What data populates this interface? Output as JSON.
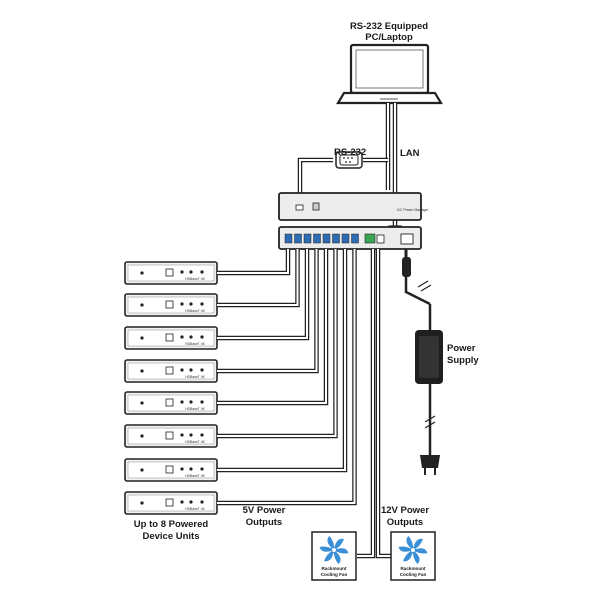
{
  "labels": {
    "pc_line1": "RS-232 Equipped",
    "pc_line2": "PC/Laptop",
    "lan": "LAN",
    "rs232": "RS-232",
    "power_line1": "Power",
    "power_line2": "Supply",
    "devices_line1": "Up to 8 Powered",
    "devices_line2": "Device Units",
    "five_v_line1": "5V Power",
    "five_v_line2": "Outputs",
    "twelve_v_line1": "12V Power",
    "twelve_v_line2": "Outputs",
    "fan_line1": "Rackmount",
    "fan_line2": "Cooling Fan",
    "device_model": "HDBaseT 4K",
    "rack_front_tag": "DC Power Manager"
  },
  "device_count": 8,
  "fan_count": 2,
  "colors": {
    "line": "#2b2b2b",
    "cable": "#1f1f1f",
    "port_blue": "#2e6db4",
    "green": "#3aa655",
    "fan_blue": "#3a8fd6",
    "device_fill": "#f2f2f2",
    "rack_fill": "#ededed"
  }
}
